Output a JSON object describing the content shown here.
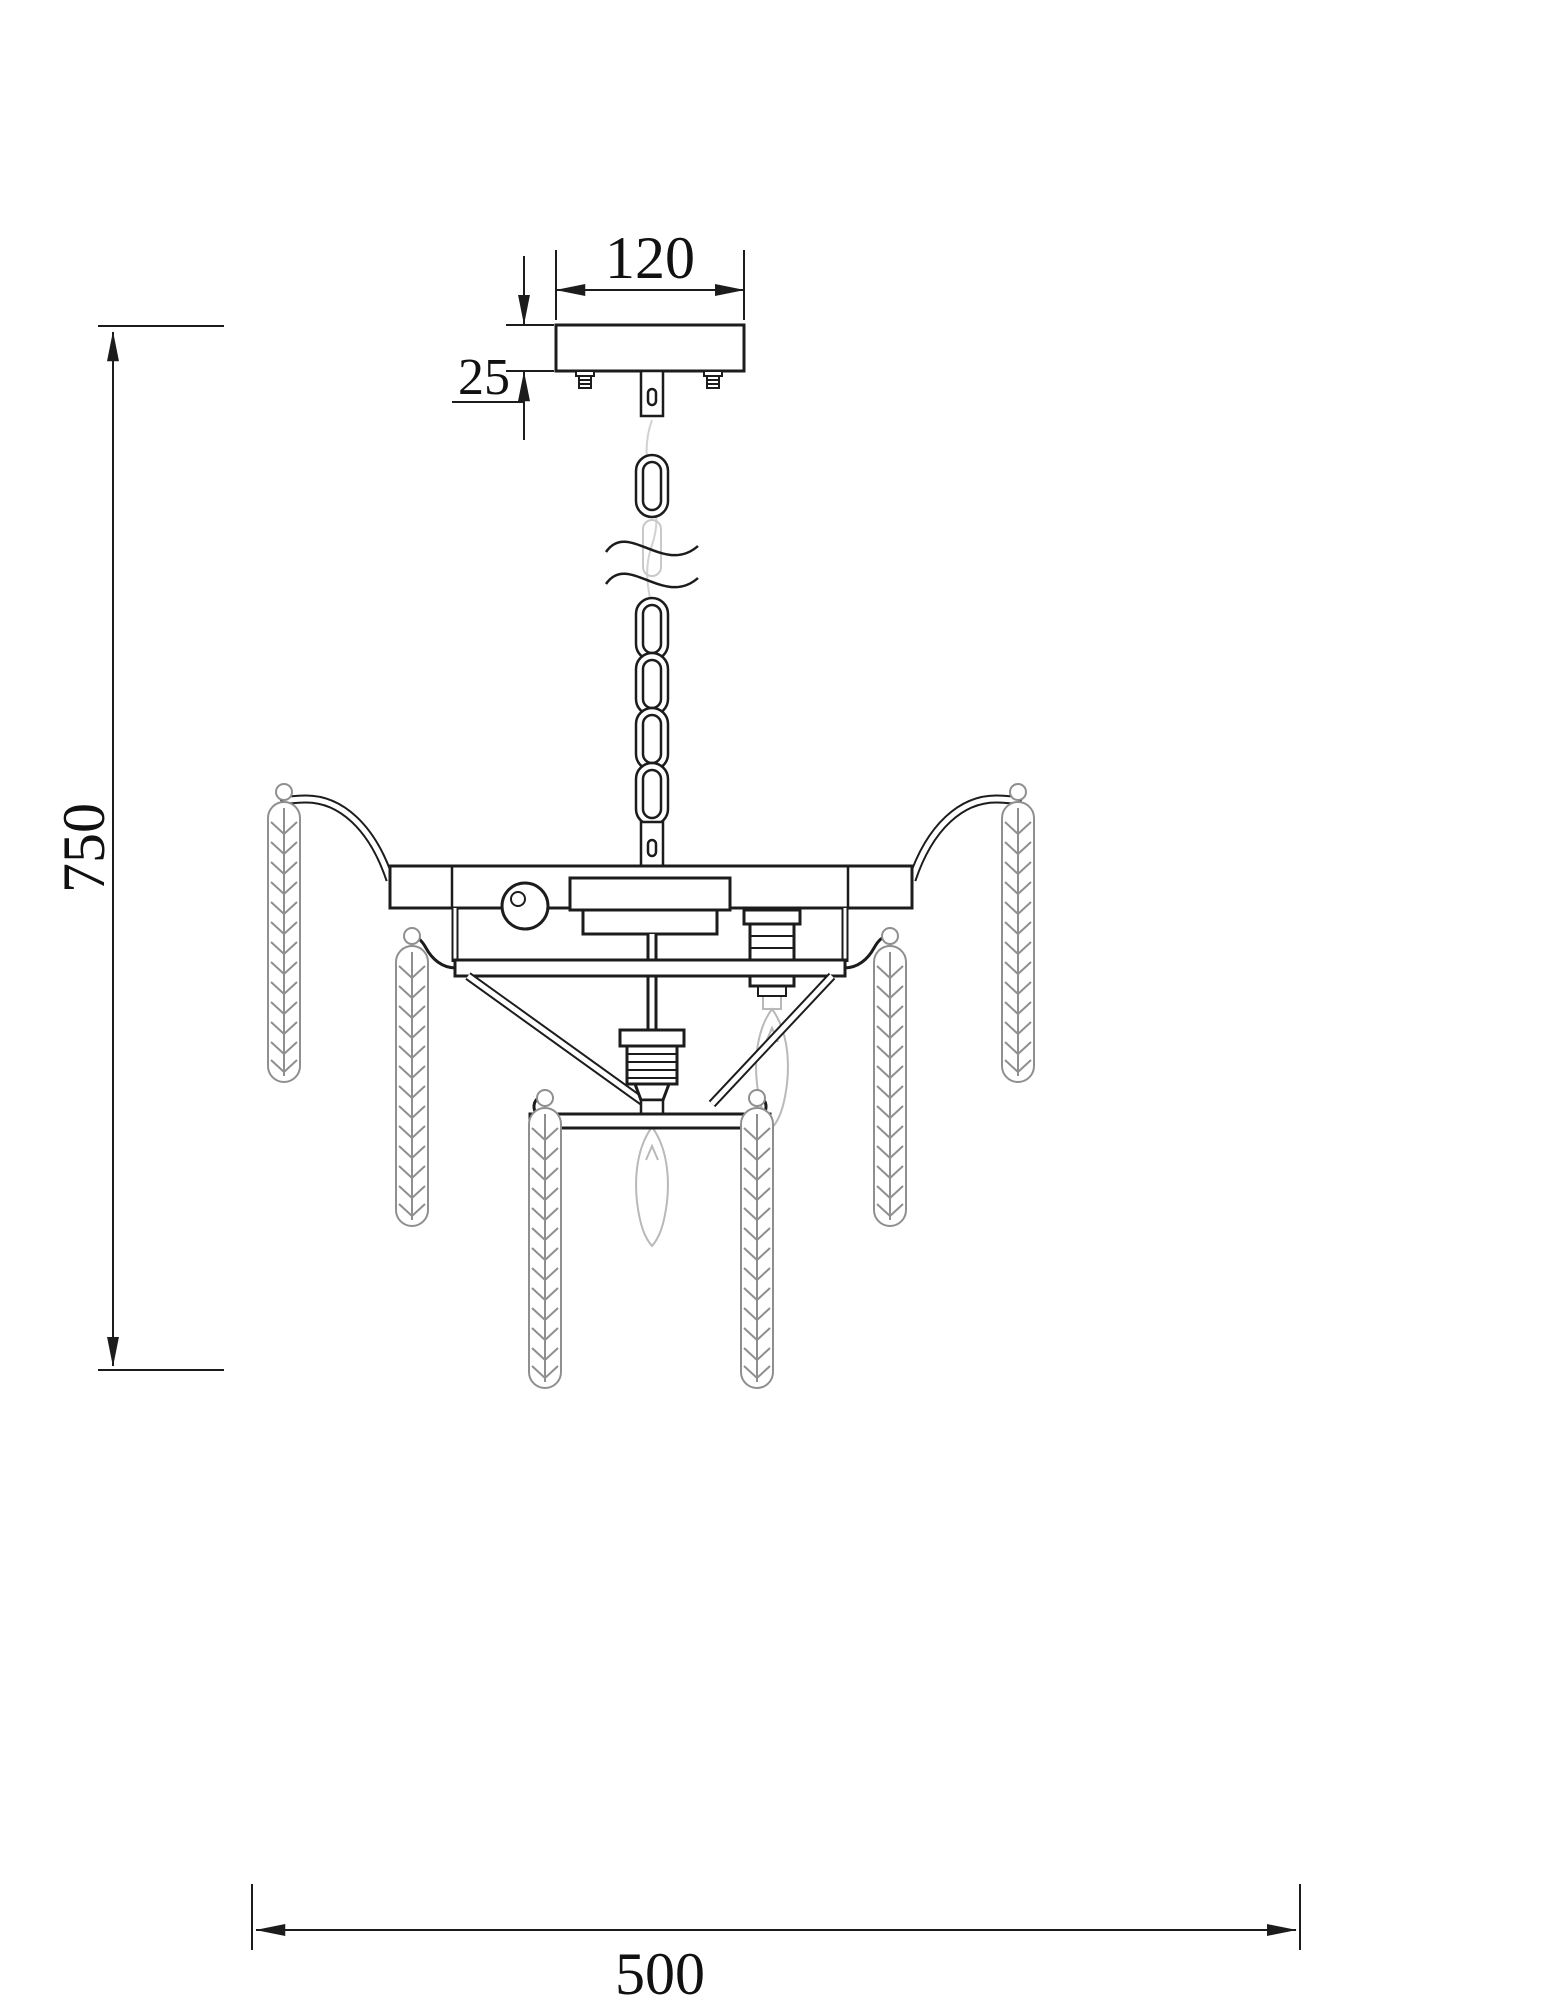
{
  "diagram": {
    "dimensions": {
      "canopy_width": "120",
      "canopy_height": "25",
      "overall_height": "750",
      "overall_width": "500"
    },
    "colors": {
      "line": "#1c1c1c",
      "pendant": "#8f8f8f",
      "faint_bulb": "#b9b9b9",
      "background": "#ffffff"
    }
  }
}
